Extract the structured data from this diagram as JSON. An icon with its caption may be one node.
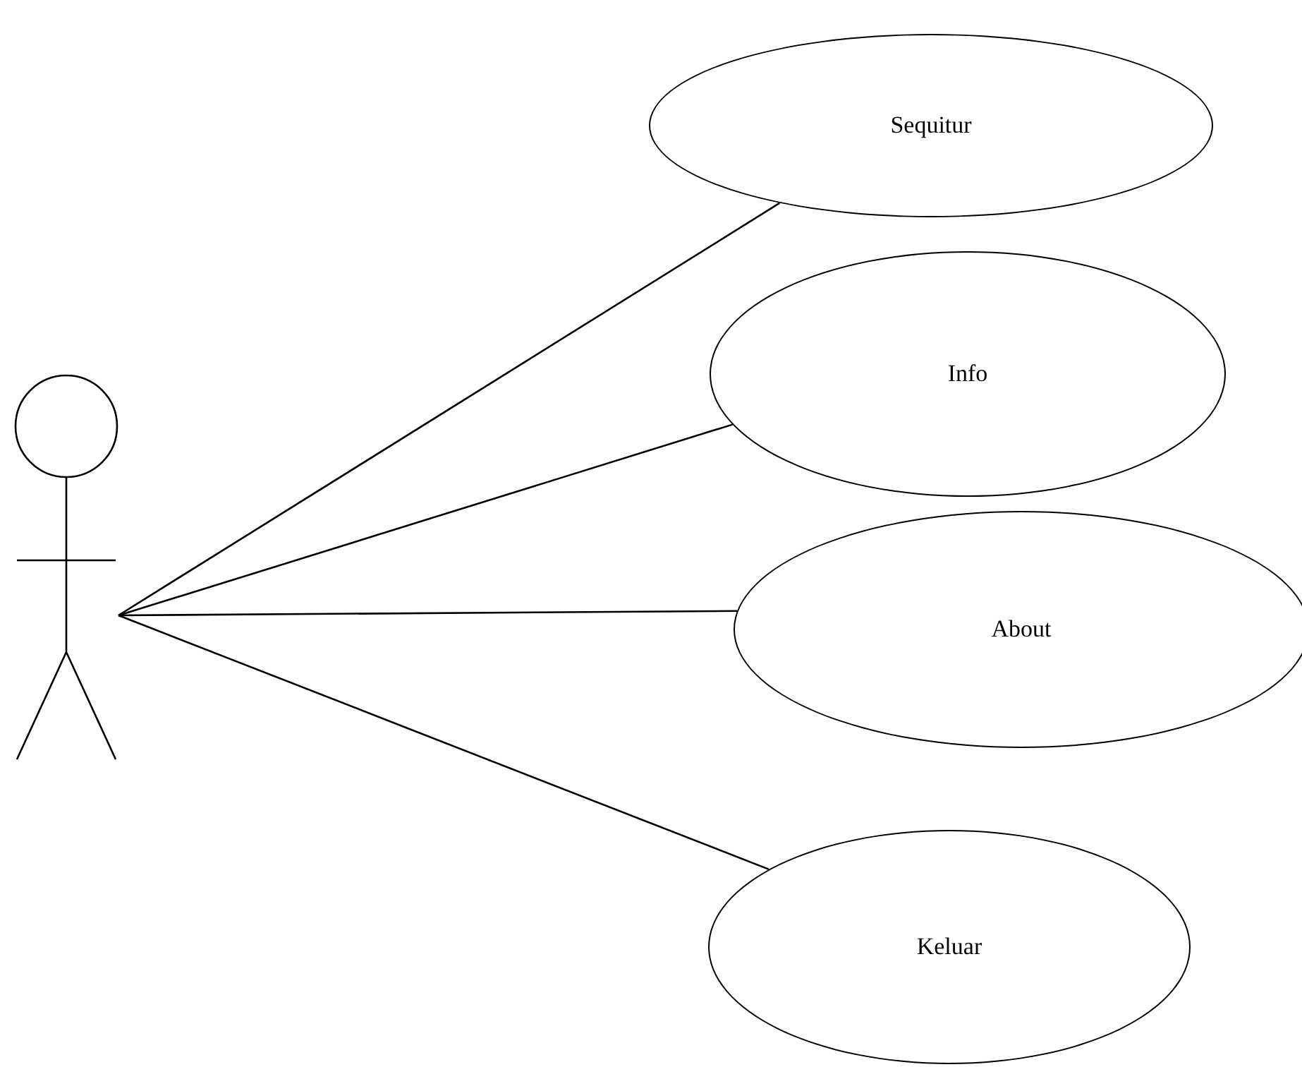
{
  "diagram": {
    "nodes": [
      {
        "text": [],
        "shape": "person"
      },
      {
        "text": [
          "Sequitur"
        ]
      },
      {
        "text": [
          "Info"
        ]
      },
      {
        "text": [
          "About"
        ]
      },
      {
        "text": [
          "Keluar"
        ]
      }
    ],
    "edges": [
      {
        "from": 0,
        "to": 1,
        "arrow": "none"
      },
      {
        "from": 0,
        "to": 2,
        "arrow": "none"
      },
      {
        "from": 0,
        "to": 3,
        "arrow": "none"
      },
      {
        "from": 0,
        "to": 4,
        "arrow": "none"
      }
    ]
  }
}
